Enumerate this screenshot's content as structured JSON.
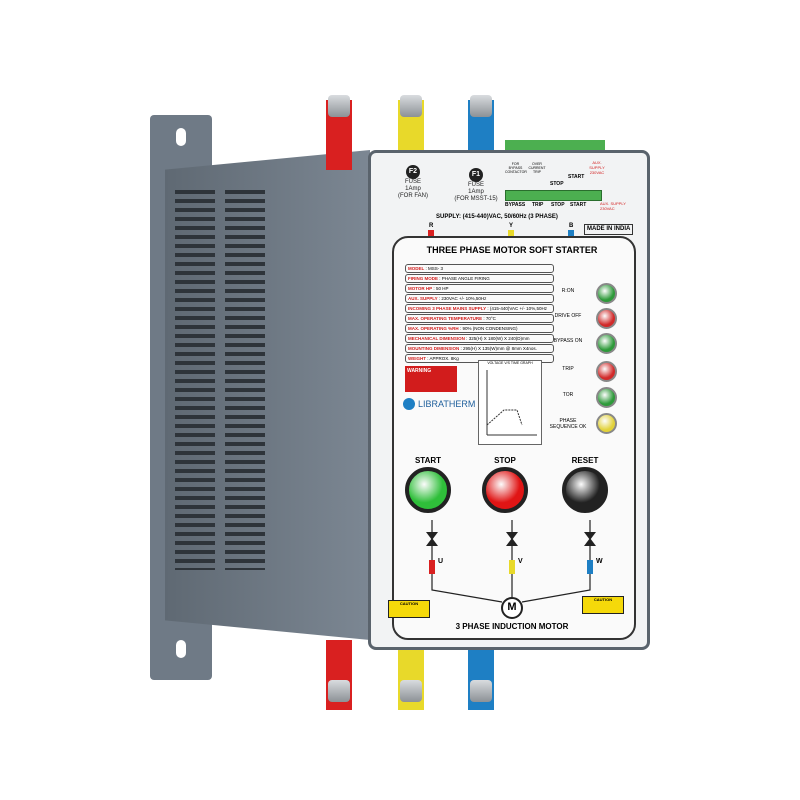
{
  "product": {
    "fuses": [
      {
        "id": "F2",
        "label": "FUSE",
        "rating": "1Amp",
        "note": "(FOR FAN)"
      },
      {
        "id": "F1",
        "label": "FUSE",
        "rating": "1Amp",
        "note": "(FOR MSST-15)"
      }
    ],
    "terminal_labels": [
      "BYPASS",
      "TRIP",
      "STOP",
      "START"
    ],
    "terminal_top": [
      "FOR BYPASS CONTACTOR",
      "OVER CURRENT TRIP",
      "STOP",
      "START",
      "AUX. SUPPLY 230VAC"
    ],
    "aux_supply": "AUX. SUPPLY 230VAC",
    "supply": "SUPPLY: (415-440)VAC, 50/60Hz (3 PHASE)",
    "phases_in": [
      "R",
      "Y",
      "B"
    ],
    "made_in": "MADE IN INDIA",
    "title": "THREE PHASE MOTOR SOFT STARTER",
    "specs": [
      {
        "k": "MODEL",
        "v": "MSS- 3"
      },
      {
        "k": "FIRING MODE",
        "v": "PHASE ANGLE FIRING"
      },
      {
        "k": "MOTOR HP",
        "v": "50 HP"
      },
      {
        "k": "AUX. SUPPLY",
        "v": "230VAC +/- 10%,50Hz"
      },
      {
        "k": "INCOMING 3 PHASE MAINS SUPPLY",
        "v": "(415-440)VAC +/- 10%,50Hz"
      },
      {
        "k": "MAX. OPERATING TEMPERATURE",
        "v": "70°C"
      },
      {
        "k": "MAX. OPERATING %RH",
        "v": "90% (NON CONDENSING)"
      },
      {
        "k": "MECHANICAL DIMENSION",
        "v": "325(H) X 180(W) X 240(D)mm"
      },
      {
        "k": "MOUNTING DIMENSION",
        "v": "295(H) X 135(W)mm @ 8mm X4nos."
      },
      {
        "k": "WEIGHT",
        "v": "APPROX. 8Kg"
      }
    ],
    "warning": "WARNING",
    "brand": "LIBRATHERM",
    "graph_title": "VOLTAGE V/S TIME GRAPH",
    "indicators": [
      {
        "label": "R:ON",
        "color": "#2e9a3a"
      },
      {
        "label": "DRIVE OFF",
        "color": "#d12a2a"
      },
      {
        "label": "BYPASS ON",
        "color": "#2e9a3a"
      },
      {
        "label": "TRIP",
        "color": "#d12a2a"
      },
      {
        "label": "TOR",
        "color": "#2e9a3a"
      },
      {
        "label": "PHASE SEQUENCE OK",
        "color": "#e2d23a"
      }
    ],
    "buttons": [
      {
        "label": "START",
        "color": "#2fbf3a"
      },
      {
        "label": "STOP",
        "color": "#e01515"
      },
      {
        "label": "RESET",
        "color": "#222222"
      }
    ],
    "phases_out": [
      "U",
      "V",
      "W"
    ],
    "motor": "M",
    "motor_label": "3 PHASE INDUCTION MOTOR",
    "caution": "CAUTION"
  }
}
